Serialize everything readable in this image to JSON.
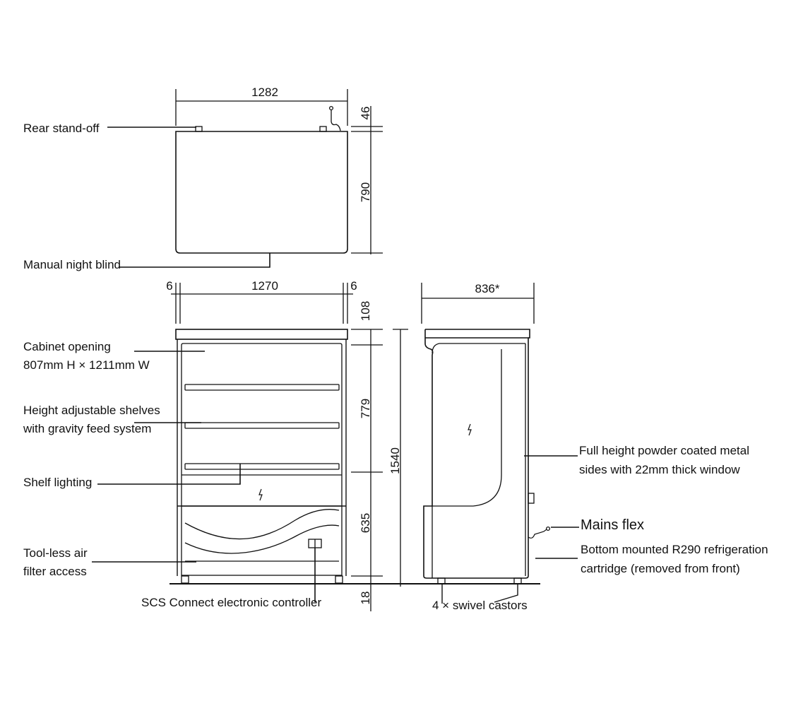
{
  "top_view": {
    "width_dim": "1282",
    "depth_dim": "790",
    "standoff_dim": "46",
    "labels": {
      "rear_standoff": "Rear stand-off",
      "night_blind": "Manual night blind"
    }
  },
  "front_view": {
    "left_gap": "6",
    "width_dim": "1270",
    "right_gap": "6",
    "top_dim": "108",
    "opening_dim": "779",
    "base_dim": "635",
    "castor_dim": "18",
    "total_height_dim": "1540",
    "labels": {
      "cabinet_opening_line1": "Cabinet opening",
      "cabinet_opening_line2": "807mm H × 1211mm W",
      "shelves_line1": "Height adjustable shelves",
      "shelves_line2": "with gravity feed system",
      "shelf_lighting": "Shelf lighting",
      "filter_line1": "Tool-less air",
      "filter_line2": "filter access",
      "controller": "SCS Connect electronic controller"
    }
  },
  "side_view": {
    "depth_dim": "836*",
    "labels": {
      "sides_line1": "Full height powder coated metal",
      "sides_line2": "sides with 22mm thick window",
      "mains_flex": "Mains flex",
      "cartridge_line1": "Bottom mounted R290 refrigeration",
      "cartridge_line2": "cartridge (removed from front)",
      "castors": "4 × swivel castors"
    }
  }
}
